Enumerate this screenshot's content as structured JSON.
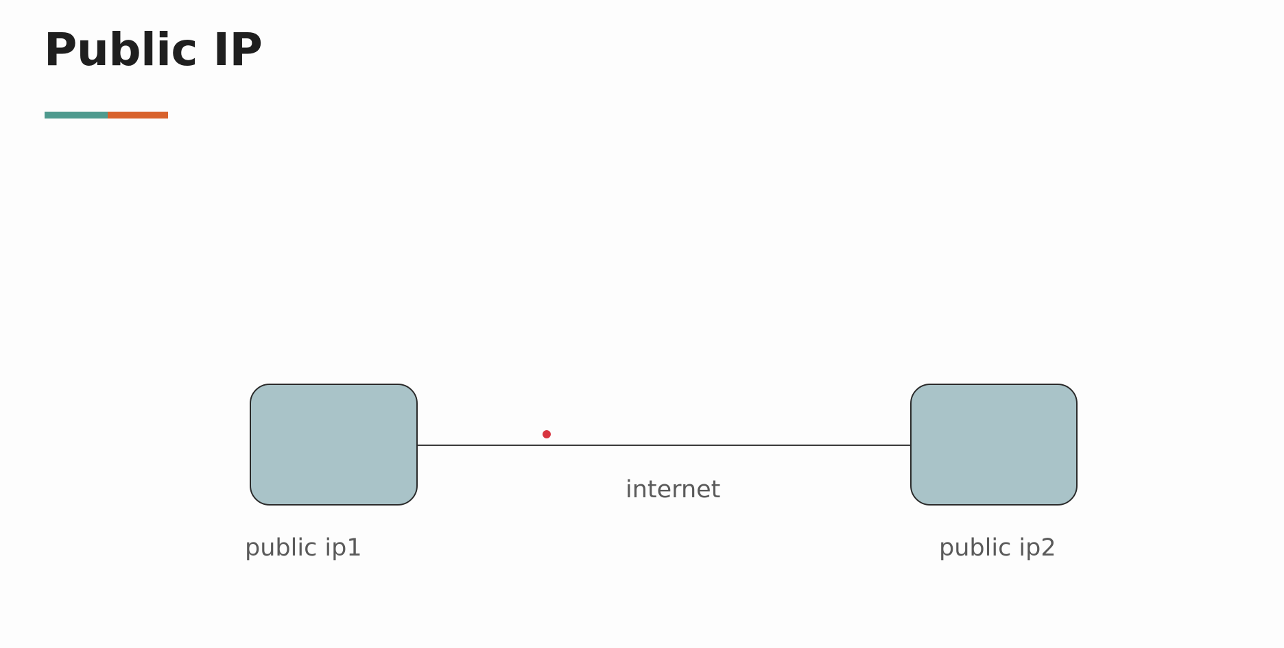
{
  "slide": {
    "title": "Public IP",
    "accent_colors": [
      "#4e9a8e",
      "#d8622c"
    ]
  },
  "diagram": {
    "node_fill": "#a9c3c8",
    "node_stroke": "#2a2a2a",
    "link_stroke": "#3a3a3a",
    "nodes": [
      {
        "id": "ip1",
        "label": "public ip1"
      },
      {
        "id": "ip2",
        "label": "public ip2"
      }
    ],
    "link": {
      "from": "ip1",
      "to": "ip2",
      "label": "internet"
    }
  },
  "pointer": {
    "color": "#d8343f"
  }
}
